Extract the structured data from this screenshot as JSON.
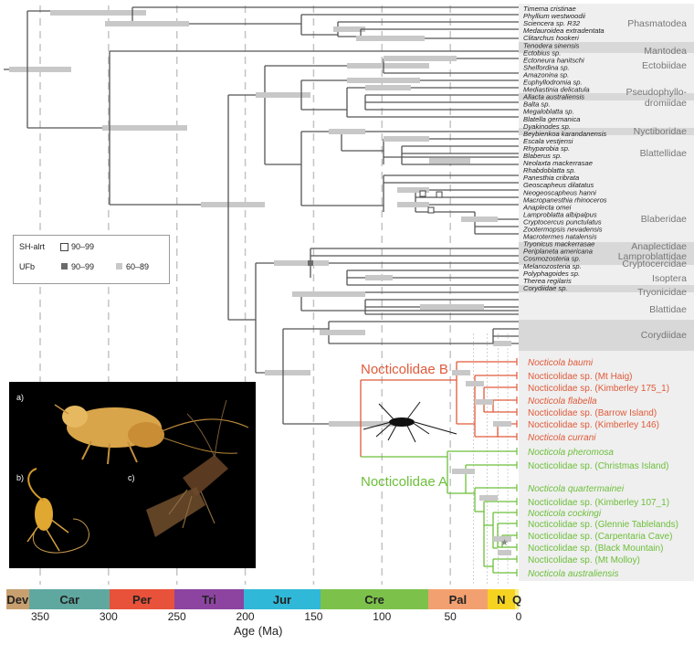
{
  "legend": {
    "shalrt_label": "SH-alrt",
    "shalrt_range": "90–99",
    "ufb_label": "UFb",
    "ufb_dark_range": "90–99",
    "ufb_light_range": "60–89"
  },
  "axis": {
    "title": "Age (Ma)",
    "ticks": [
      "350",
      "300",
      "250",
      "200",
      "150",
      "100",
      "50",
      "0"
    ]
  },
  "periods": [
    {
      "label": "Dev",
      "color": "#c8a070"
    },
    {
      "label": "Car",
      "color": "#5fa8a0"
    },
    {
      "label": "Per",
      "color": "#e8523a"
    },
    {
      "label": "Tri",
      "color": "#8c44a0"
    },
    {
      "label": "Jur",
      "color": "#30b8d8"
    },
    {
      "label": "Cre",
      "color": "#7cc24a"
    },
    {
      "label": "Pal",
      "color": "#f3a070"
    },
    {
      "label": "N",
      "color": "#f5d320"
    },
    {
      "label": "Q",
      "color": "#f8ee80"
    }
  ],
  "photos": {
    "a": "a)",
    "b": "b)",
    "c": "c)"
  },
  "clade_labels": {
    "b": "Nocticolidae B",
    "a": "Nocticolidae A"
  },
  "colors": {
    "clade_b": "#e05a3a",
    "clade_a": "#6cbf3a",
    "tree": "#555555",
    "ci_bar": "#c8c8c8"
  },
  "tips": [
    {
      "name": "Timema cristinae",
      "italic": true
    },
    {
      "name": "Phyllium westwoodii",
      "italic": true
    },
    {
      "name": "Sciencera sp. R32",
      "italic": true
    },
    {
      "name": "Medauroidea extradentata",
      "italic": true
    },
    {
      "name": "Clitarchus hookeri",
      "italic": true
    },
    {
      "name": "Tenodera sinensis",
      "italic": true
    },
    {
      "name": "Ectobius sp.",
      "italic": true
    },
    {
      "name": "Ectoneura hanitschi",
      "italic": true
    },
    {
      "name": "Shelfordina sp.",
      "italic": true
    },
    {
      "name": "Amazonina sp.",
      "italic": true
    },
    {
      "name": "Euphyllodromia sp.",
      "italic": true
    },
    {
      "name": "Mediastinia delicatula",
      "italic": true
    },
    {
      "name": "Allacta australiensis",
      "italic": true
    },
    {
      "name": "Balta sp.",
      "italic": true
    },
    {
      "name": "Megaloblatta sp.",
      "italic": true
    },
    {
      "name": "Blatella germanica",
      "italic": true
    },
    {
      "name": "Dyakinodes sp.",
      "italic": true
    },
    {
      "name": "Beybienkoa karandanensis",
      "italic": true
    },
    {
      "name": "Escala vestjensi",
      "italic": true
    },
    {
      "name": "Rhyparobia sp.",
      "italic": true
    },
    {
      "name": "Blaberus sp.",
      "italic": true
    },
    {
      "name": "Neolaxta mackerrasae",
      "italic": true
    },
    {
      "name": "Rhabdoblatta sp.",
      "italic": true
    },
    {
      "name": "Panesthia cribrata",
      "italic": true
    },
    {
      "name": "Geoscapheus dilatatus",
      "italic": true
    },
    {
      "name": "Neogeoscapheus hanni",
      "italic": true
    },
    {
      "name": "Macropanesthia rhinoceros",
      "italic": true
    },
    {
      "name": "Anaplecta omei",
      "italic": true
    },
    {
      "name": "Lamproblatta albipalpus",
      "italic": true
    },
    {
      "name": "Cryptocercus punctulatus",
      "italic": true
    },
    {
      "name": "Zootermopsis nevadensis",
      "italic": true
    },
    {
      "name": "Macrotermes natalensis",
      "italic": true
    },
    {
      "name": "Tryonicus mackerrasae",
      "italic": true
    },
    {
      "name": "Periplaneta americana",
      "italic": true
    },
    {
      "name": "Cosmozosteria sp.",
      "italic": true
    },
    {
      "name": "Melanozosteria sp.",
      "italic": true
    },
    {
      "name": "Polyphagoides sp.",
      "italic": true
    },
    {
      "name": "Therea regilaris",
      "italic": true
    },
    {
      "name": "Corydiidae sp.",
      "italic": true
    }
  ],
  "nocti_b": [
    {
      "name": "Nocticola baumi",
      "italic": true
    },
    {
      "name": "Nocticolidae sp. (Mt Haig)",
      "italic": false
    },
    {
      "name": "Nocticolidae sp. (Kimberley 175_1)",
      "italic": false
    },
    {
      "name": "Nocticola flabella",
      "italic": true
    },
    {
      "name": "Nocticolidae sp. (Barrow Island)",
      "italic": false
    },
    {
      "name": "Nocticolidae sp. (Kimberley 146)",
      "italic": false
    },
    {
      "name": "Nocticola currani",
      "italic": true
    }
  ],
  "nocti_a": [
    {
      "name": "Nocticola pheromosa",
      "italic": true
    },
    {
      "name": "Nocticolidae sp. (Christmas Island)",
      "italic": false
    },
    {
      "name": "Nocticola quartermainei",
      "italic": true
    },
    {
      "name": "Nocticolidae sp. (Kimberley 107_1)",
      "italic": false
    },
    {
      "name": "Nocticola cockingi",
      "italic": true
    },
    {
      "name": "Nocticolidae sp. (Glennie Tablelands)",
      "italic": false
    },
    {
      "name": "Nocticolidae sp. (Carpentaria Cave)",
      "italic": false
    },
    {
      "name": "Nocticolidae sp. (Black Mountain)",
      "italic": false
    },
    {
      "name": "Nocticolidae sp. (Mt Molloy)",
      "italic": false
    },
    {
      "name": "Nocticola australiensis",
      "italic": true
    }
  ],
  "families": [
    {
      "name": "Phasmatodea"
    },
    {
      "name": "Mantodea"
    },
    {
      "name": "Ectobiidae"
    },
    {
      "name": "Pseudophyllo-\ndromiidae"
    },
    {
      "name": "Nyctiboridae"
    },
    {
      "name": "Blattellidae"
    },
    {
      "name": "Blaberidae"
    },
    {
      "name": "Anaplectidae"
    },
    {
      "name": "Lamproblattidae"
    },
    {
      "name": "Cryptocercidae"
    },
    {
      "name": "Isoptera"
    },
    {
      "name": "Tryonicidae"
    },
    {
      "name": "Blattidae"
    },
    {
      "name": "Corydiidae"
    }
  ]
}
